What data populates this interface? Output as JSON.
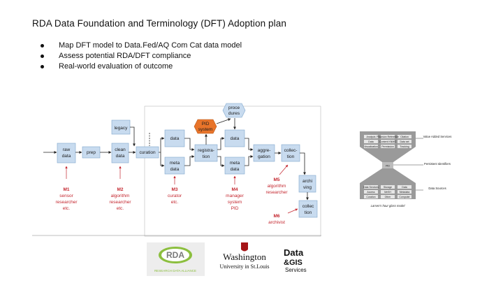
{
  "slide": {
    "title": "RDA Data Foundation and Terminology (DFT) Adoption plan",
    "bullets": [
      "Map DFT model to Data.Fed/AQ Com Cat data model",
      "Assess potential RDA/DFT compliance",
      "Real-world evaluation of outcome"
    ]
  },
  "diagram": {
    "boxes": {
      "raw_data": [
        "raw",
        "data"
      ],
      "prep": "prep",
      "clean_data": [
        "clean",
        "data"
      ],
      "curation": "curation",
      "legacy": "legacy",
      "data1": "data",
      "meta_data1": [
        "meta",
        "data"
      ],
      "pid_system": [
        "PID",
        "system"
      ],
      "procedures": [
        "proce",
        "dures"
      ],
      "registration": [
        "registra-",
        "tion"
      ],
      "data2": "data",
      "meta_data2": [
        "meta",
        "data"
      ],
      "aggregation": [
        "aggre-",
        "gation"
      ],
      "collection1": [
        "collec-",
        "tion"
      ],
      "archiving": [
        "archi",
        "ving"
      ],
      "collection2": [
        "collec",
        "tion"
      ]
    },
    "markers": {
      "m1": [
        "M1",
        "sensor",
        "researcher",
        "etc."
      ],
      "m2": [
        "M2",
        "algorithm",
        "researcher",
        "etc."
      ],
      "m3": [
        "M3",
        "curator",
        "etc."
      ],
      "m4": [
        "M4",
        "manager",
        "system",
        "PID"
      ],
      "m5": [
        "M5",
        "algorithm",
        "researcher"
      ],
      "m6": [
        "M6",
        "archivist"
      ]
    },
    "colors": {
      "box_fill": "#c8dbef",
      "pid_fill": "#e8742a",
      "procedures_fill": "#c8dbef",
      "marker_red": "#c4262e"
    }
  },
  "hourglass": {
    "top_cells": [
      "Analysis",
      "Provision Reference",
      "Citation",
      "Data",
      "Content KNMG",
      "Data set",
      "Visualization",
      "Permission",
      "Tracking"
    ],
    "center_label": "PID",
    "bottom_cells": [
      "Data Services",
      "Storage",
      "Data",
      "Access",
      "MeSH",
      "Metadata",
      "Curation",
      "Other",
      "Computer"
    ],
    "side_labels": [
      "Value Added Services",
      "Persistent Identifiers",
      "Data Sources"
    ],
    "caption": "Larsen's hour glass model"
  },
  "logos": {
    "rda_main": "RDA",
    "rda_sub": "RESEARCH DATA ALLIANCE",
    "washington_main": "Washington",
    "washington_sub": "University in St.Louis",
    "datagis_1": "Data",
    "datagis_2": "&GIS",
    "datagis_3": "Services"
  }
}
